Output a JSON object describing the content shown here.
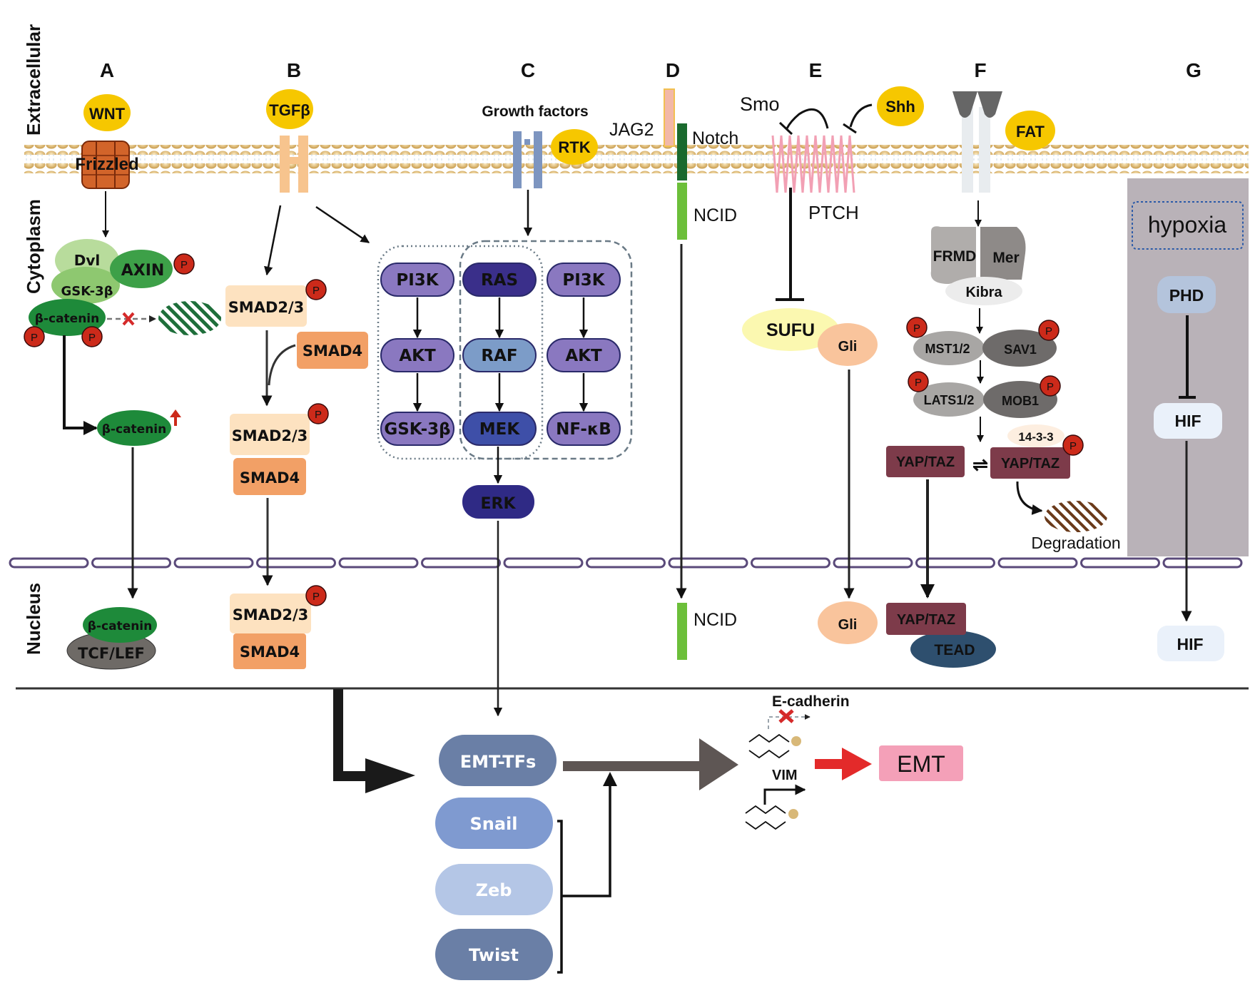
{
  "regions": {
    "extracellular": "Extracellular",
    "cytoplasm": "Cytoplasm",
    "nucleus": "Nucleus"
  },
  "panels": [
    "A",
    "B",
    "C",
    "D",
    "E",
    "F",
    "G"
  ],
  "wnt": {
    "ligand": "WNT",
    "receptor": "Frizzled",
    "dvl": "Dvl",
    "axin": "AXIN",
    "gsk": "GSK-3β",
    "bcat": "β-catenin",
    "bcat_cyto": "β-catenin",
    "bcat_nuc": "β-catenin",
    "tcf": "TCF/LEF"
  },
  "tgf": {
    "ligand": "TGFβ",
    "smad23": "SMAD2/3",
    "smad4": "SMAD4",
    "smad23_b": "SMAD2/3",
    "smad4_b": "SMAD4",
    "smad23_n": "SMAD2/3",
    "smad4_n": "SMAD4"
  },
  "rtk": {
    "growth": "Growth factors",
    "rtk": "RTK",
    "col1": [
      "PI3K",
      "AKT",
      "GSK-3β"
    ],
    "col2": [
      "RAS",
      "RAF",
      "MEK"
    ],
    "col3": [
      "PI3K",
      "AKT",
      "NF-κB"
    ],
    "erk": "ERK"
  },
  "notch": {
    "jag2": "JAG2",
    "notch": "Notch",
    "ncid": "NCID",
    "ncid_nuc": "NCID"
  },
  "hedgehog": {
    "smo": "Smo",
    "shh": "Shh",
    "ptch": "PTCH",
    "sufu": "SUFU",
    "gli": "Gli",
    "gli_nuc": "Gli"
  },
  "hippo": {
    "fat": "FAT",
    "frmd": "FRMD",
    "mer": "Mer",
    "kibra": "Kibra",
    "mst": "MST1/2",
    "sav": "SAV1",
    "lats": "LATS1/2",
    "mob": "MOB1",
    "yap": "YAP/TAZ",
    "yap_p": "YAP/TAZ",
    "p1433": "14-3-3",
    "degradation": "Degradation",
    "yap_nuc": "YAP/TAZ",
    "tead": "TEAD",
    "equilibrium": "⇌"
  },
  "hypoxia": {
    "hypoxia": "hypoxia",
    "phd": "PHD",
    "hif": "HIF",
    "hif_nuc": "HIF"
  },
  "emt": {
    "emt_tfs": "EMT-TFs",
    "snail": "Snail",
    "zeb": "Zeb",
    "twist": "Twist",
    "ecad": "E-cadherin",
    "vim": "VIM",
    "emt": "EMT"
  },
  "phospho": "P",
  "colors": {
    "ligand_yellow": "#f6c700",
    "membrane_tan": "#d9b36a",
    "phospho_red": "#cc2a1a",
    "wnt_green": "#1e8a3a",
    "smad_peach": "#fde2c0",
    "smad4_orange": "#f2a066",
    "pi3k_purple": "#8a78c0",
    "ras_navy": "#3a2f8a",
    "raf_blue": "#7c9cc8",
    "notch_dark": "#1a6a2e",
    "ncid_green": "#6cbf3a",
    "yap_maroon": "#7d3b4a",
    "tead_navy": "#2e4f6e",
    "hypoxia_bg": "#b9b2b8",
    "emt_pink": "#f4a0b8",
    "emt_arrow_red": "#e32a2a",
    "nuclear_envelope": "#5a4a7a"
  }
}
